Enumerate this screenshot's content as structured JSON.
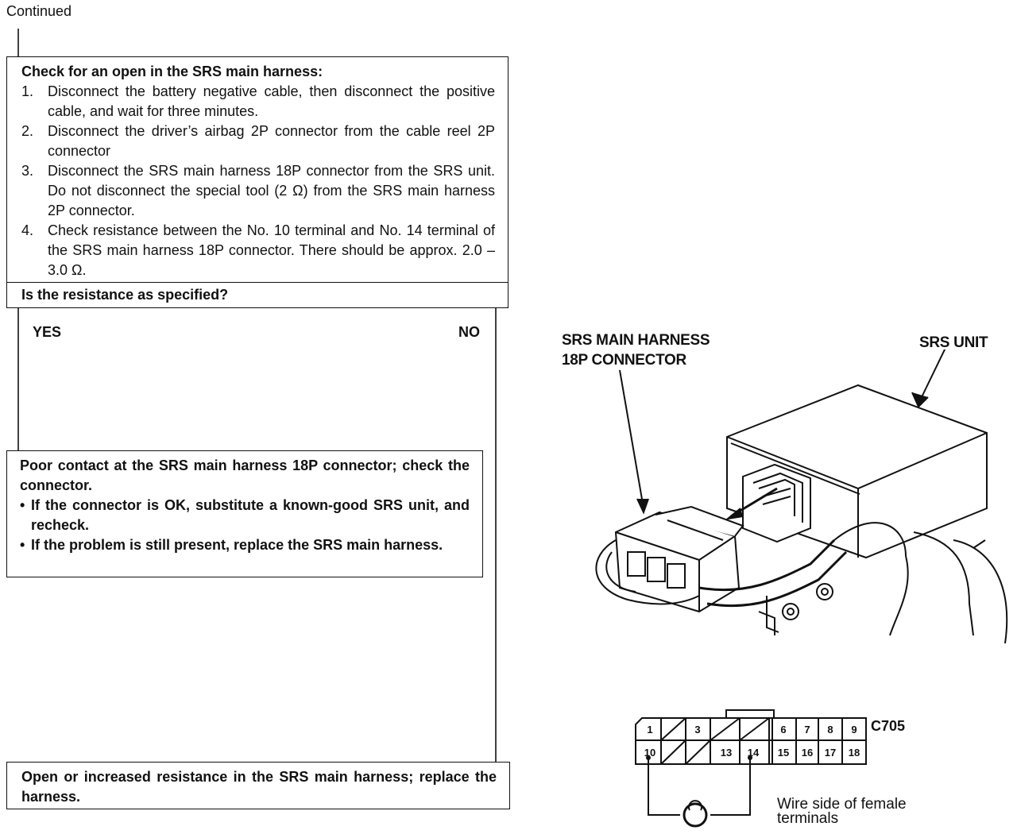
{
  "header": {
    "continued": "Continued"
  },
  "check_box": {
    "title": "Check for an open in the SRS main harness:",
    "steps": [
      {
        "num": "1.",
        "text": "Disconnect the battery negative cable, then disconnect the positive cable, and wait for three minutes."
      },
      {
        "num": "2.",
        "text": "Disconnect the driver’s airbag 2P connector from the cable reel 2P connector"
      },
      {
        "num": "3.",
        "text": "Disconnect the SRS main harness 18P connector from the SRS unit. Do not disconnect the special tool (2 Ω) from the SRS main harness 2P connector."
      },
      {
        "num": "4.",
        "text": "Check resistance between the No. 10 terminal and No. 14 terminal of the SRS main harness 18P connector. There should be approx. 2.0 – 3.0 Ω."
      }
    ]
  },
  "question": "Is the resistance as specified?",
  "branches": {
    "yes": "YES",
    "no": "NO"
  },
  "yes_result": {
    "title": "Poor contact at the SRS main harness 18P connector; check the connector.",
    "bullets": [
      {
        "dot": "•",
        "text": "If the connector is OK, substitute a known-good SRS unit, and recheck."
      },
      {
        "dot": "•",
        "text": "If the problem is still present, replace the SRS main harness."
      }
    ]
  },
  "no_result": "Open or increased resistance in the SRS main harness; replace the harness.",
  "illustration": {
    "label_connector_line1": "SRS MAIN HARNESS",
    "label_connector_line2": "18P CONNECTOR",
    "label_unit": "SRS UNIT"
  },
  "connector_diagram": {
    "id": "C705",
    "top_row": [
      "1",
      "",
      "3",
      "",
      "",
      "6",
      "7",
      "8",
      "9"
    ],
    "bottom_row": [
      "10",
      "",
      "",
      "13",
      "14",
      "15",
      "16",
      "17",
      "18"
    ],
    "caption_line1": "Wire side of female",
    "caption_line2": "terminals"
  }
}
